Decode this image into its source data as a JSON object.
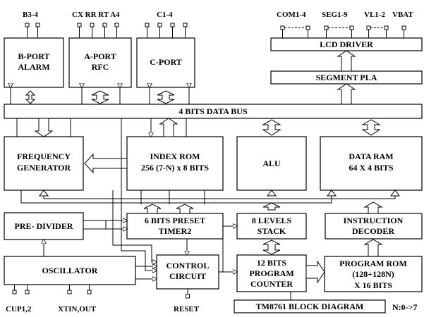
{
  "pins": {
    "b34": "B3-4",
    "cx_rr_rt_a4": "CX RR RT A4",
    "c14": "C1-4",
    "com14": "COM1-4",
    "seg19": "SEG1-9",
    "vl12": "VL1-2",
    "vbat": "VBAT",
    "cup12": "CUP1,2",
    "xtin_out": "XTIN,OUT",
    "reset": "RESET"
  },
  "blocks": {
    "bport": [
      "B-PORT",
      "ALARM"
    ],
    "aport": [
      "A-PORT",
      "RFC"
    ],
    "cport": [
      "C-PORT"
    ],
    "lcd_driver": [
      "LCD DRIVER"
    ],
    "segment_pla": [
      "SEGMENT PLA"
    ],
    "data_bus": [
      "4 BITS DATA BUS"
    ],
    "freq_gen": [
      "FREQUENCY",
      "GENERATOR"
    ],
    "index_rom": [
      "INDEX ROM",
      "256 (7-N) x 8 BITS"
    ],
    "alu": [
      "ALU"
    ],
    "data_ram": [
      "DATA RAM",
      "64 X 4 BITS"
    ],
    "pre_divider": [
      "PRE- DIVIDER"
    ],
    "preset_timer": [
      "6 BITS PRESET",
      "TIMER2"
    ],
    "stack": [
      "8 LEVELS",
      "STACK"
    ],
    "instr_decoder": [
      "INSTRUCTION",
      "DECODER"
    ],
    "oscillator": [
      "OSCILLATOR"
    ],
    "control_circuit": [
      "CONTROL",
      "CIRCUIT"
    ],
    "program_counter": [
      "12 BITS",
      "PROGRAM",
      "COUNTER"
    ],
    "program_rom": [
      "PROGRAM ROM",
      "(128+128N)",
      "X 16 BITS"
    ],
    "title": [
      "TM8761 BLOCK DIAGRAM"
    ]
  },
  "note": "N:0->7"
}
